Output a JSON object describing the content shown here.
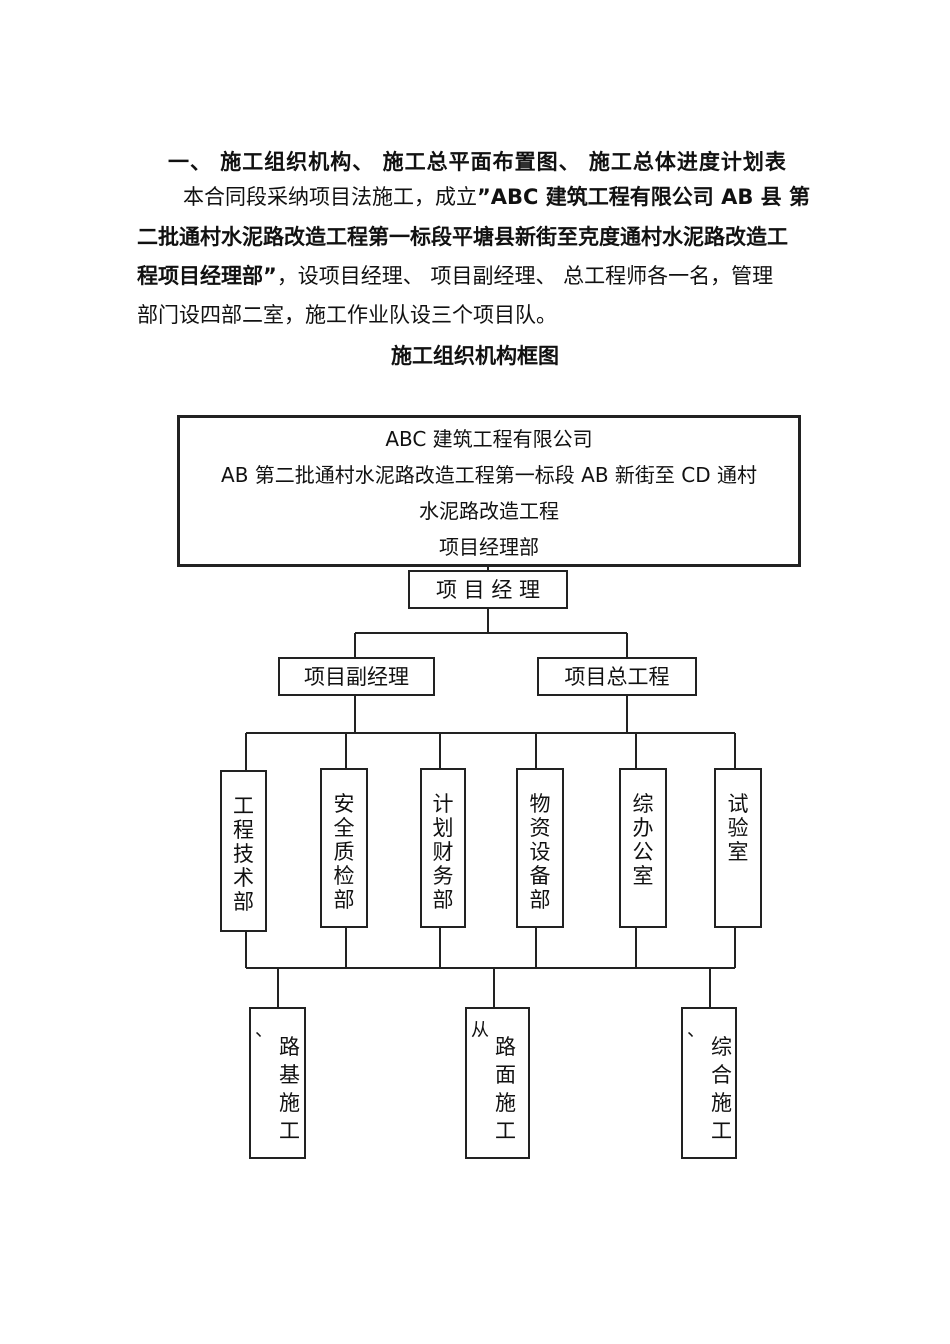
{
  "heading": "一、 施工组织机构、 施工总平面布置图、 施工总体进度计划表",
  "paragraph": {
    "line1_plain": "本合同段采纳项目法施工，成立",
    "line1_bold": "”ABC 建筑工程有限公司 AB 县 第",
    "line2_bold": "二批通村水泥路改造工程第一标段平塘县新街至克度通村水泥路改造工",
    "line3_bold": "程项目经理部”",
    "line3_plain": "，设项目经理、 项目副经理、 总工程师各一名，管理",
    "line4_plain": "部门设四部二室，施工作业队设三个项目队。"
  },
  "caption": "施工组织机构框图",
  "chart": {
    "top_box": {
      "line1": "ABC 建筑工程有限公司",
      "line2": "AB 第二批通村水泥路改造工程第一标段 AB 新街至 CD 通村",
      "line3": "水泥路改造工程",
      "line4": "项目经理部"
    },
    "manager": "项 目 经 理",
    "deputy": "项目副经理",
    "chief": "项目总工程",
    "departments": [
      "工程技术部",
      "安全质检部",
      "计划财务部",
      "物资设备部",
      "综办公室",
      "试验室"
    ],
    "teams": [
      {
        "mark": "、",
        "name": "路基施工"
      },
      {
        "mark": "从",
        "name": "路面施工"
      },
      {
        "mark": "、",
        "name": "综合施工"
      }
    ]
  }
}
